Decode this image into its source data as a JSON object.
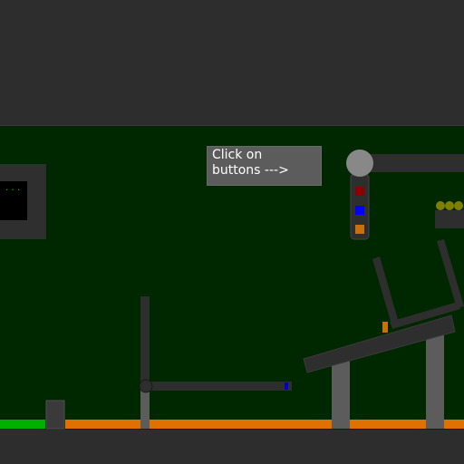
{
  "tooltip": {
    "text": "Click on\nbuttons --->"
  },
  "monitor": {
    "dots": "..."
  },
  "buttons": [
    {
      "name": "red-button",
      "color": "#8b0000"
    },
    {
      "name": "blue-button",
      "color": "#0000ff"
    },
    {
      "name": "orange-button",
      "color": "#c8700a"
    }
  ],
  "colors": {
    "background": "#002800",
    "frame": "#2d2d2d",
    "floor_orange": "#e07000",
    "floor_green": "#00b000",
    "pillar": "#5c5c5c",
    "beam": "#2e2e2e",
    "pivot": "#888888",
    "ball": "#808000"
  }
}
